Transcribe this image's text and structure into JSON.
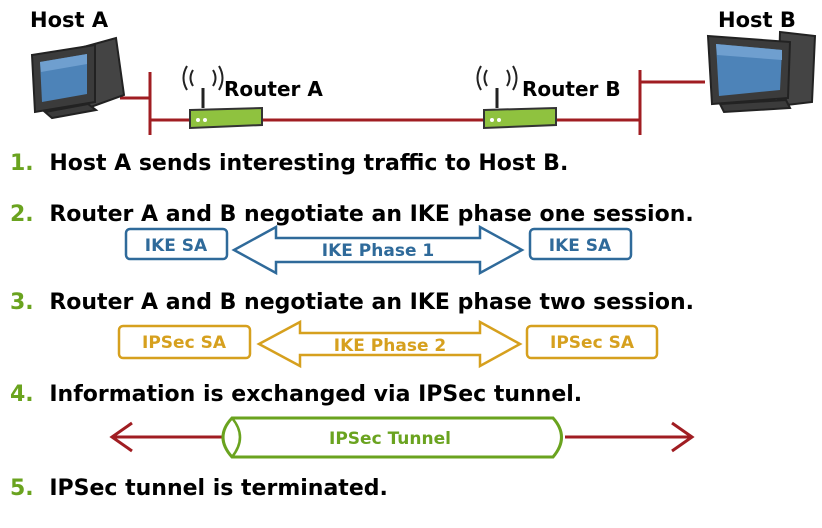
{
  "hosts": {
    "a": "Host A",
    "b": "Host B"
  },
  "routers": {
    "a": "Router A",
    "b": "Router B"
  },
  "steps": [
    {
      "number": "1.",
      "text": "Host A sends interesting traffic to Host B."
    },
    {
      "number": "2.",
      "text": "Router A and B negotiate an IKE phase one session."
    },
    {
      "number": "3.",
      "text": "Router A and B negotiate an IKE phase two session."
    },
    {
      "number": "4.",
      "text": "Information is exchanged via IPSec tunnel."
    },
    {
      "number": "5.",
      "text": "IPSec tunnel is terminated."
    }
  ],
  "phase1": {
    "left_sa": "IKE SA",
    "arrow": "IKE Phase 1",
    "right_sa": "IKE SA"
  },
  "phase2": {
    "left_sa": "IPSec SA",
    "arrow": "IKE Phase 2",
    "right_sa": "IPSec SA"
  },
  "tunnel": {
    "label": "IPSec Tunnel"
  },
  "colors": {
    "network_line": "#a01d22",
    "step_number": "#6aa31f",
    "phase1": "#2f6a9a",
    "phase2": "#d6a01e",
    "tunnel_arrow": "#a01d22",
    "tunnel_pipe": "#6aa31f",
    "router_body": "#8fc23f",
    "monitor_frame": "#3b3b3b",
    "monitor_screen": "#4d83b8"
  }
}
